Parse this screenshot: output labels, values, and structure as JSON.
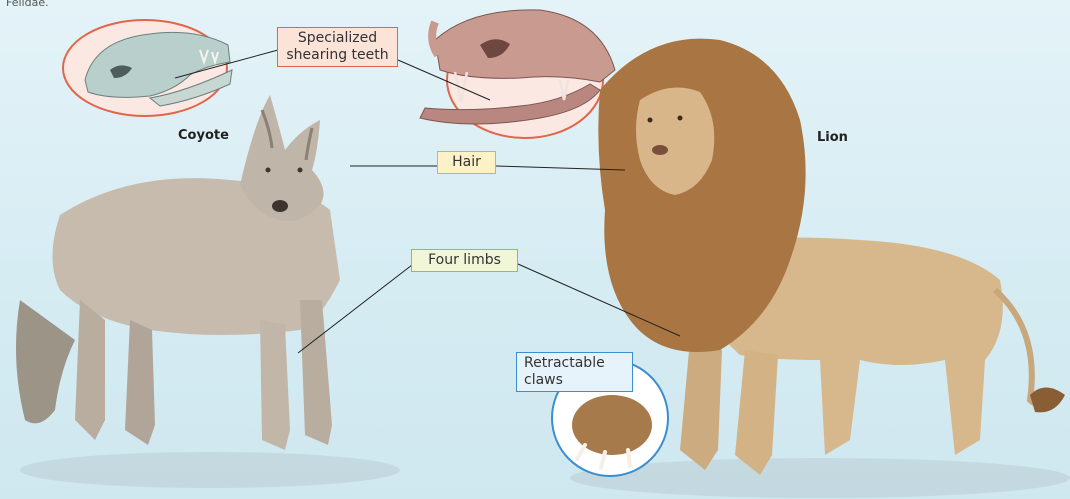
{
  "figure": {
    "caption_fragment": "Felidae.",
    "animals": {
      "coyote": "Coyote",
      "lion": "Lion"
    },
    "callouts": {
      "teeth": [
        "Specialized",
        "shearing teeth"
      ],
      "hair": "Hair",
      "limbs": "Four limbs",
      "claws": [
        "Retractable",
        "claws"
      ]
    },
    "colors": {
      "background": "#d6ecf3",
      "callout_red_border": "#e0664a",
      "callout_orange_border": "#f0a25e",
      "callout_green_border": "#8cc063",
      "callout_blue_border": "#3b8fcf"
    }
  }
}
